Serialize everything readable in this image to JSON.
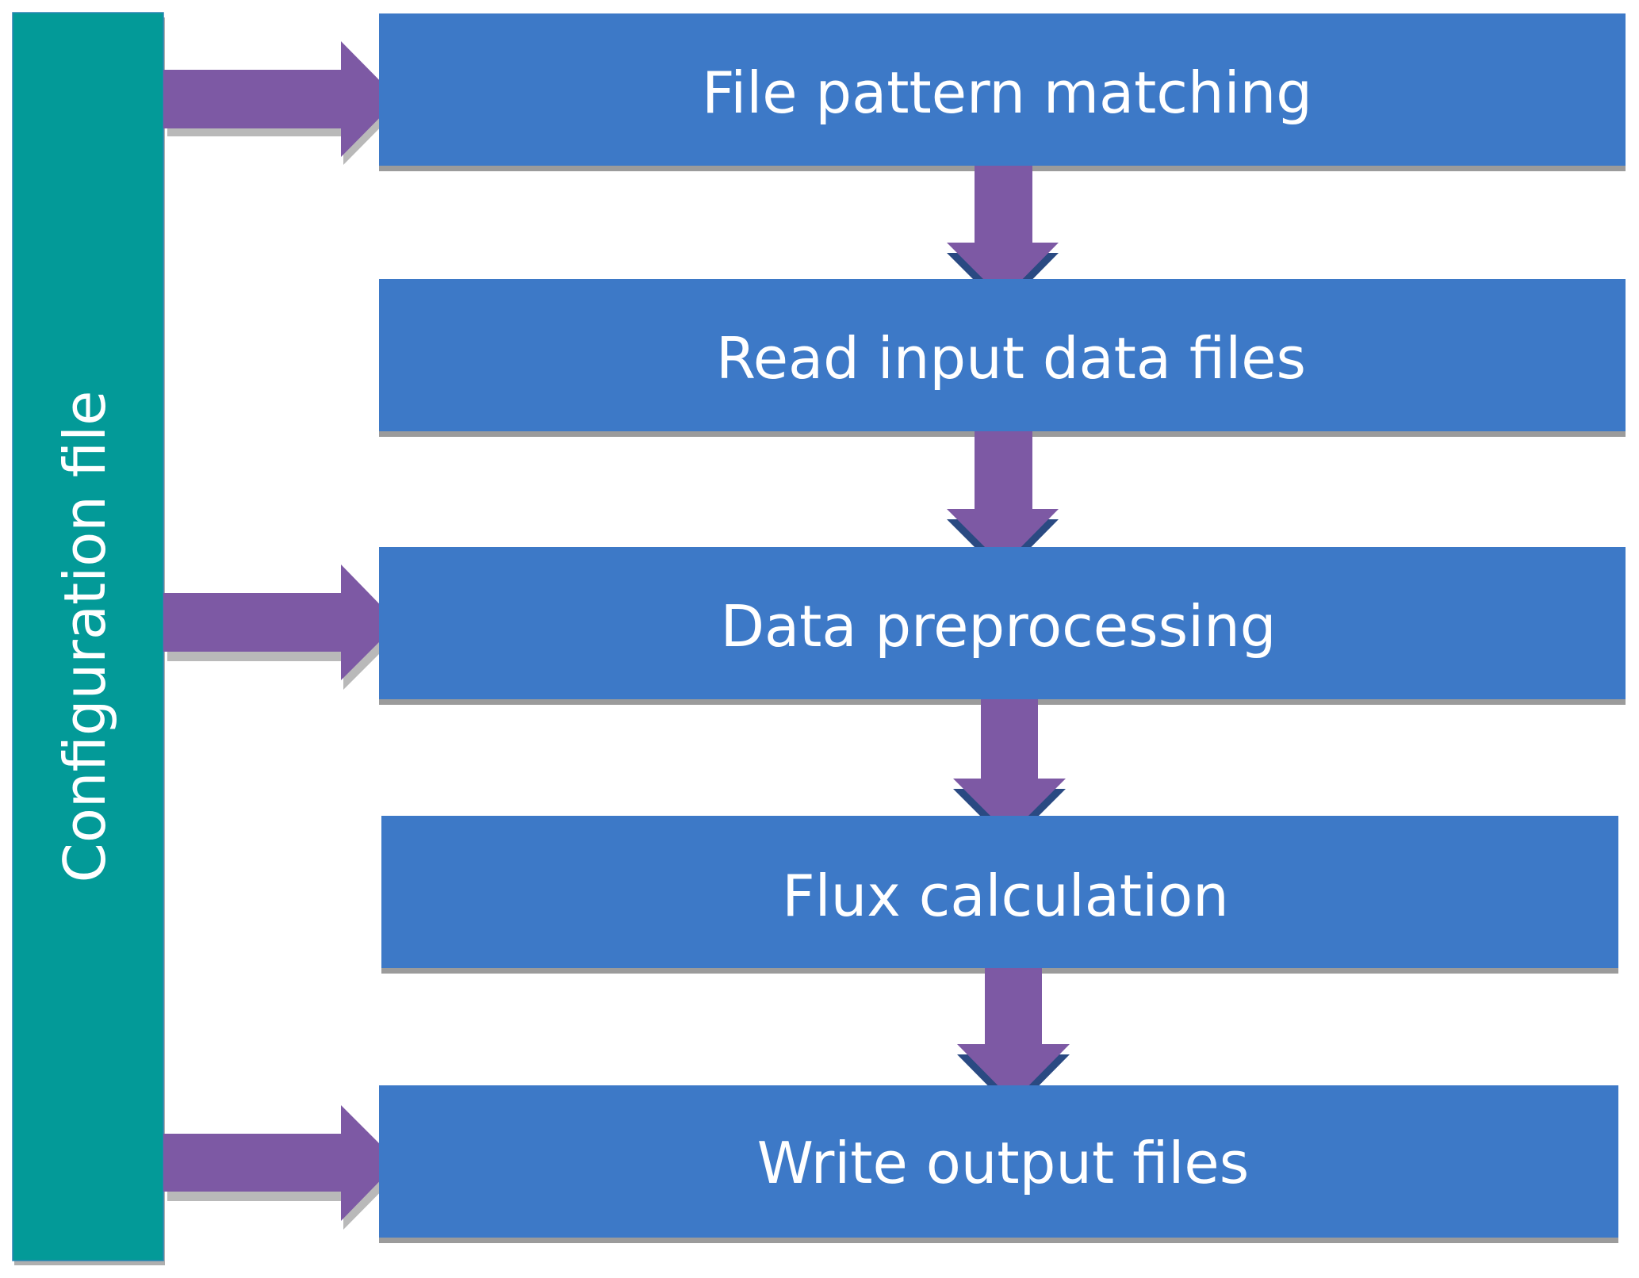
{
  "diagram": {
    "config": {
      "label": "Configuration file"
    },
    "steps": [
      {
        "label": "File pattern matching"
      },
      {
        "label": "Read input data files"
      },
      {
        "label": "Data preprocessing"
      },
      {
        "label": "Flux calculation"
      },
      {
        "label": "Write output files"
      }
    ],
    "colors": {
      "step_fill": "#3d79c7",
      "config_fill": "#039a98",
      "arrow_fill": "#7d59a4",
      "shadow": "#9b9b9b",
      "text": "#ffffff"
    }
  }
}
